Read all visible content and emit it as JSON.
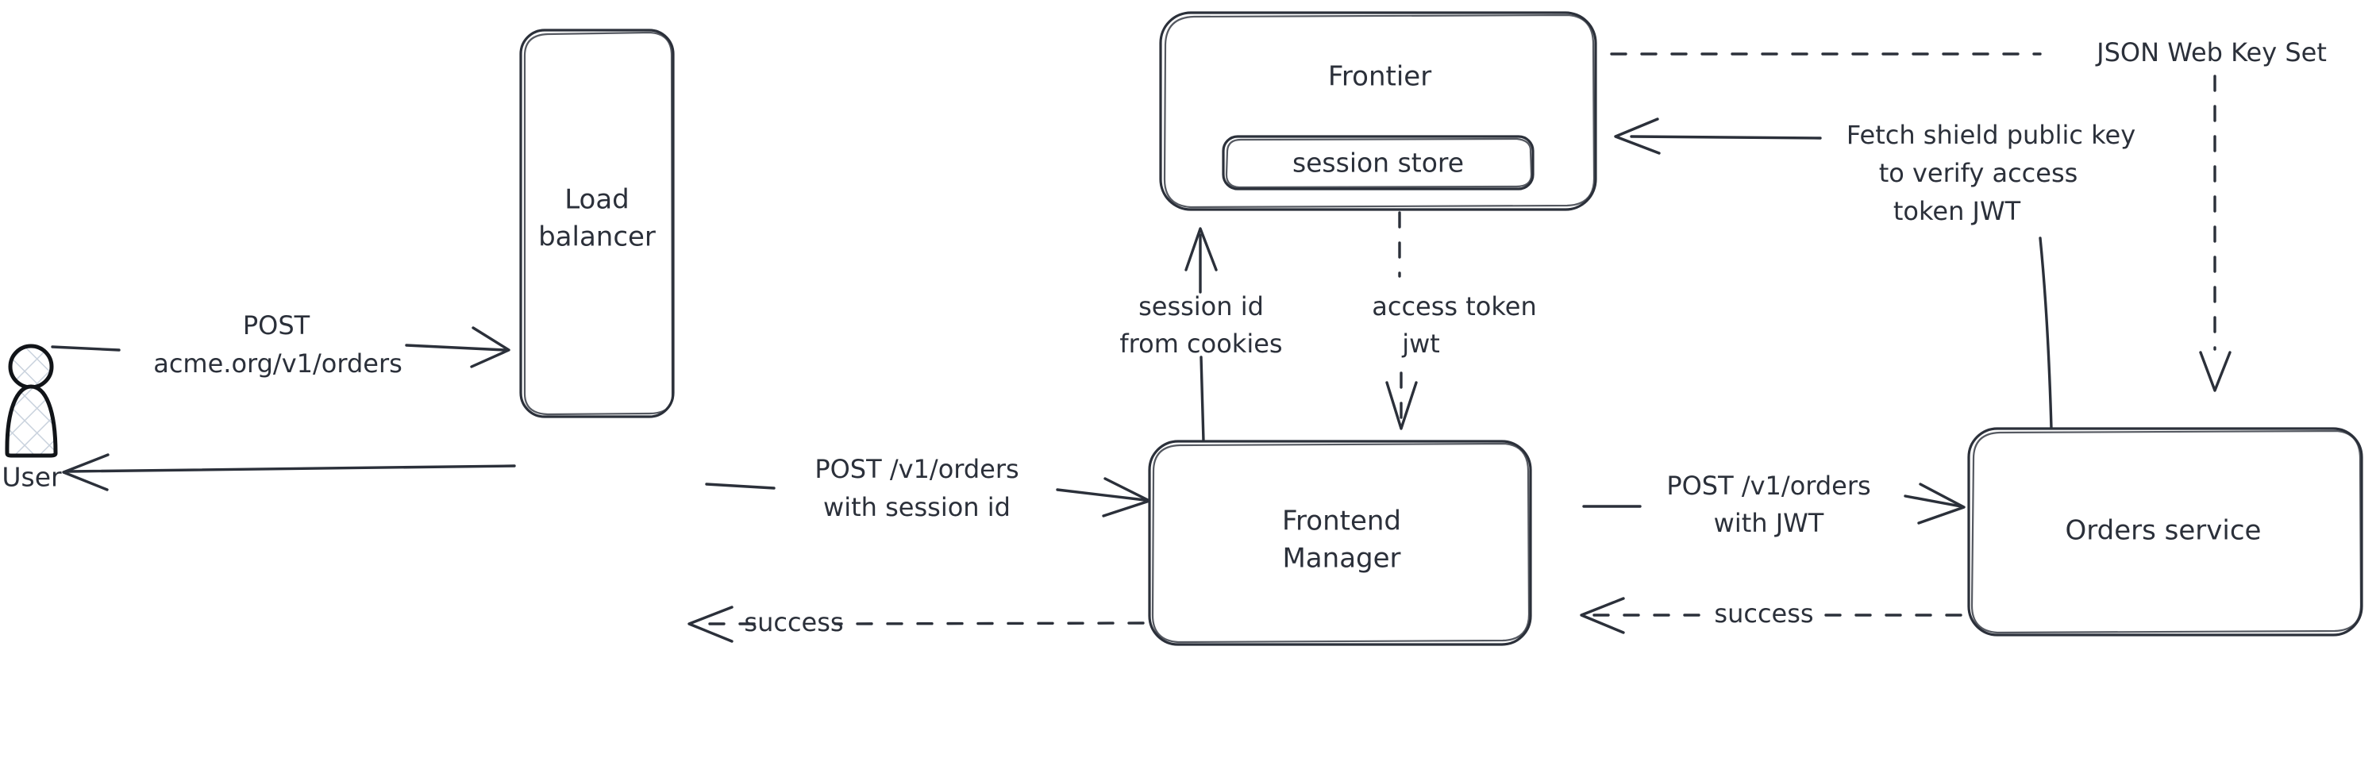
{
  "diagram": {
    "title": "Request flow with session store and JWT verification",
    "background_color": "#ffffff",
    "stroke_color": "#2b303a",
    "actor": {
      "name": "user-actor",
      "label": "User",
      "icon": "person-icon"
    },
    "nodes": [
      {
        "id": "load-balancer",
        "label_line1": "Load",
        "label_line2": "balancer",
        "shape": "rounded-rect-tall"
      },
      {
        "id": "frontier",
        "label": "Frontier",
        "shape": "rounded-rect",
        "child": {
          "id": "session-store",
          "label": "session store",
          "shape": "rounded-rect-small"
        }
      },
      {
        "id": "frontend-manager",
        "label_line1": "Frontend",
        "label_line2": "Manager",
        "shape": "rounded-rect"
      },
      {
        "id": "orders-service",
        "label": "Orders service",
        "shape": "rounded-rect"
      }
    ],
    "edges": [
      {
        "id": "user-to-lb",
        "from": "user-actor",
        "to": "load-balancer",
        "style": "solid",
        "label_line1": "POST",
        "label_line2": "acme.org/v1/orders"
      },
      {
        "id": "lb-to-user",
        "from": "load-balancer",
        "to": "user-actor",
        "style": "solid",
        "label": ""
      },
      {
        "id": "lb-to-fm",
        "from": "load-balancer",
        "to": "frontend-manager",
        "style": "solid",
        "label_line1": "POST /v1/orders",
        "label_line2": "with session id"
      },
      {
        "id": "fm-to-lb",
        "from": "frontend-manager",
        "to": "load-balancer",
        "style": "dashed",
        "label": "success"
      },
      {
        "id": "fm-to-frontier",
        "from": "frontend-manager",
        "to": "frontier",
        "style": "solid",
        "label_line1": "session id",
        "label_line2": "from cookies"
      },
      {
        "id": "frontier-to-fm",
        "from": "frontier",
        "to": "frontend-manager",
        "style": "dashed",
        "label_line1": "access token",
        "label_line2": "jwt"
      },
      {
        "id": "fm-to-orders",
        "from": "frontend-manager",
        "to": "orders-service",
        "style": "solid",
        "label_line1": "POST /v1/orders",
        "label_line2": "with JWT"
      },
      {
        "id": "orders-to-fm",
        "from": "orders-service",
        "to": "frontend-manager",
        "style": "dashed",
        "label": "success"
      },
      {
        "id": "orders-to-frontier",
        "from": "orders-service",
        "to": "frontier",
        "style": "solid",
        "label_line1": "Fetch shield public key",
        "label_line2": "to verify access",
        "label_line3": "token JWT"
      },
      {
        "id": "frontier-to-orders",
        "from": "frontier",
        "to": "orders-service",
        "style": "dashed",
        "label": "JSON Web Key Set"
      }
    ]
  }
}
